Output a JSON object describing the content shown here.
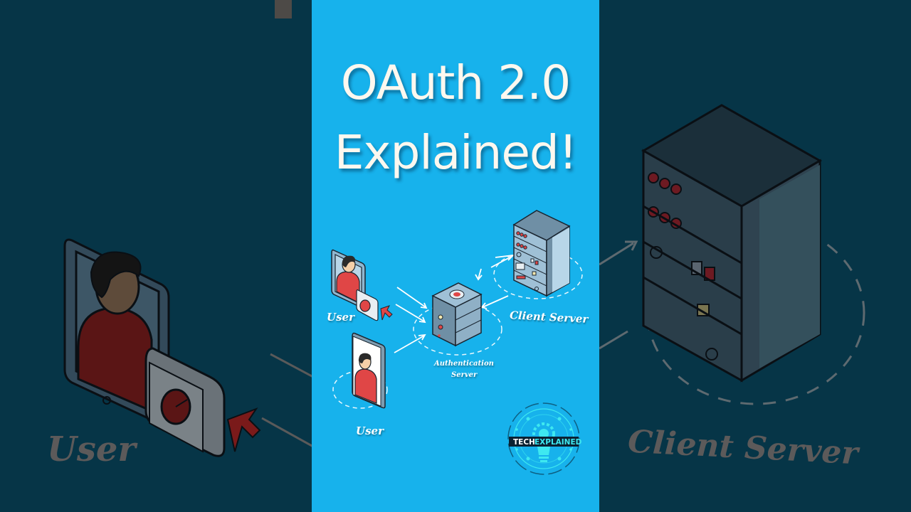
{
  "title": {
    "line1": "OAuth 2.0",
    "line2": "Explained!"
  },
  "diagram": {
    "nodes": [
      {
        "id": "user_tablet",
        "label": "User",
        "icon": "user-tablet-with-button-icon"
      },
      {
        "id": "user_phone",
        "label": "User",
        "icon": "user-phone-icon"
      },
      {
        "id": "auth_server",
        "label_line1": "Authentication",
        "label_line2": "Server",
        "icon": "server-tower-icon"
      },
      {
        "id": "client_server",
        "label": "Client Server",
        "icon": "server-rack-icon"
      }
    ],
    "edges": [
      {
        "from": "user_tablet",
        "to": "auth_server"
      },
      {
        "from": "user_phone",
        "to": "auth_server"
      },
      {
        "from": "auth_server",
        "to": "client_server",
        "bidirectional": true
      }
    ]
  },
  "logo": {
    "part1": "TECH",
    "part2": "EXPLAINED"
  },
  "background": {
    "left_label": "User",
    "right_label": "Client Server"
  },
  "colors": {
    "center_bg": "#17b2ec",
    "side_bg": "#063547",
    "title_text": "#fdf8ef",
    "accent_red": "#e04646",
    "logo_cyan": "#3ee8f0"
  }
}
